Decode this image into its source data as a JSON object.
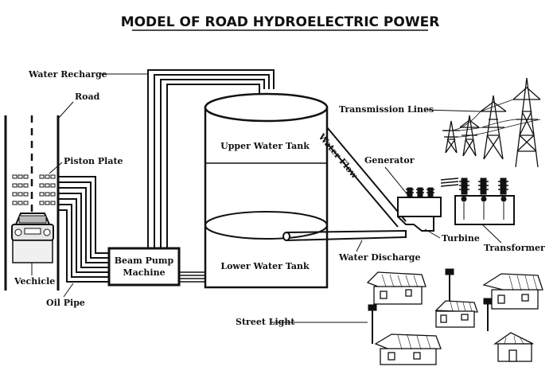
{
  "title": "MODEL OF ROAD HYDROELECTRIC POWER",
  "labels": {
    "water_recharge": "Water Recharge",
    "road": "Road",
    "piston_plate": "Piston Plate",
    "vehicle": "Vechicle",
    "oil_pipe": "Oil Pipe",
    "beam_pump_line1": "Beam Pump",
    "beam_pump_line2": "Machine",
    "upper_tank": "Upper Water Tank",
    "lower_tank": "Lower Water Tank",
    "water_flow": "Water Flow",
    "water_discharge": "Water Discharge",
    "transmission_lines": "Transmission Lines",
    "generator": "Generator",
    "turbine": "Turbine",
    "transformer": "Transformer",
    "street_light": "Street Light"
  }
}
